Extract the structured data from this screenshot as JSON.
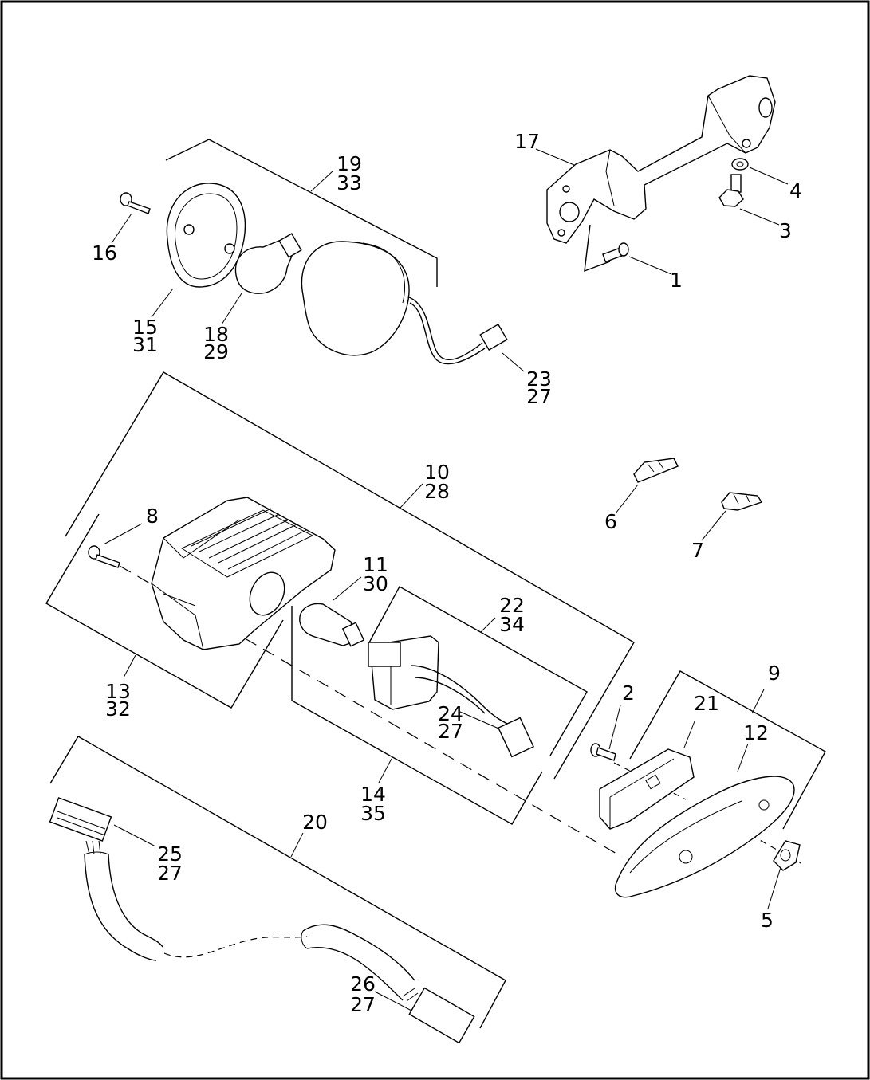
{
  "callouts": [
    {
      "id": "c1",
      "lines": [
        "1"
      ]
    },
    {
      "id": "c2",
      "lines": [
        "2"
      ]
    },
    {
      "id": "c3",
      "lines": [
        "3"
      ]
    },
    {
      "id": "c4",
      "lines": [
        "4"
      ]
    },
    {
      "id": "c5",
      "lines": [
        "5"
      ]
    },
    {
      "id": "c6",
      "lines": [
        "6"
      ]
    },
    {
      "id": "c7",
      "lines": [
        "7"
      ]
    },
    {
      "id": "c8",
      "lines": [
        "8"
      ]
    },
    {
      "id": "c9",
      "lines": [
        "9"
      ]
    },
    {
      "id": "c10",
      "lines": [
        "10",
        "28"
      ]
    },
    {
      "id": "c11",
      "lines": [
        "11",
        "30"
      ]
    },
    {
      "id": "c12",
      "lines": [
        "12"
      ]
    },
    {
      "id": "c13",
      "lines": [
        "13",
        "32"
      ]
    },
    {
      "id": "c14",
      "lines": [
        "14",
        "35"
      ]
    },
    {
      "id": "c15",
      "lines": [
        "15",
        "31"
      ]
    },
    {
      "id": "c16",
      "lines": [
        "16"
      ]
    },
    {
      "id": "c17",
      "lines": [
        "17"
      ]
    },
    {
      "id": "c18",
      "lines": [
        "18",
        "29"
      ]
    },
    {
      "id": "c19",
      "lines": [
        "19",
        "33"
      ]
    },
    {
      "id": "c20",
      "lines": [
        "20"
      ]
    },
    {
      "id": "c21",
      "lines": [
        "21"
      ]
    },
    {
      "id": "c22",
      "lines": [
        "22",
        "34"
      ]
    },
    {
      "id": "c23",
      "lines": [
        "23",
        "27"
      ]
    },
    {
      "id": "c24",
      "lines": [
        "24",
        "27"
      ]
    },
    {
      "id": "c25",
      "lines": [
        "25",
        "27"
      ]
    },
    {
      "id": "c26",
      "lines": [
        "26",
        "27"
      ]
    }
  ]
}
